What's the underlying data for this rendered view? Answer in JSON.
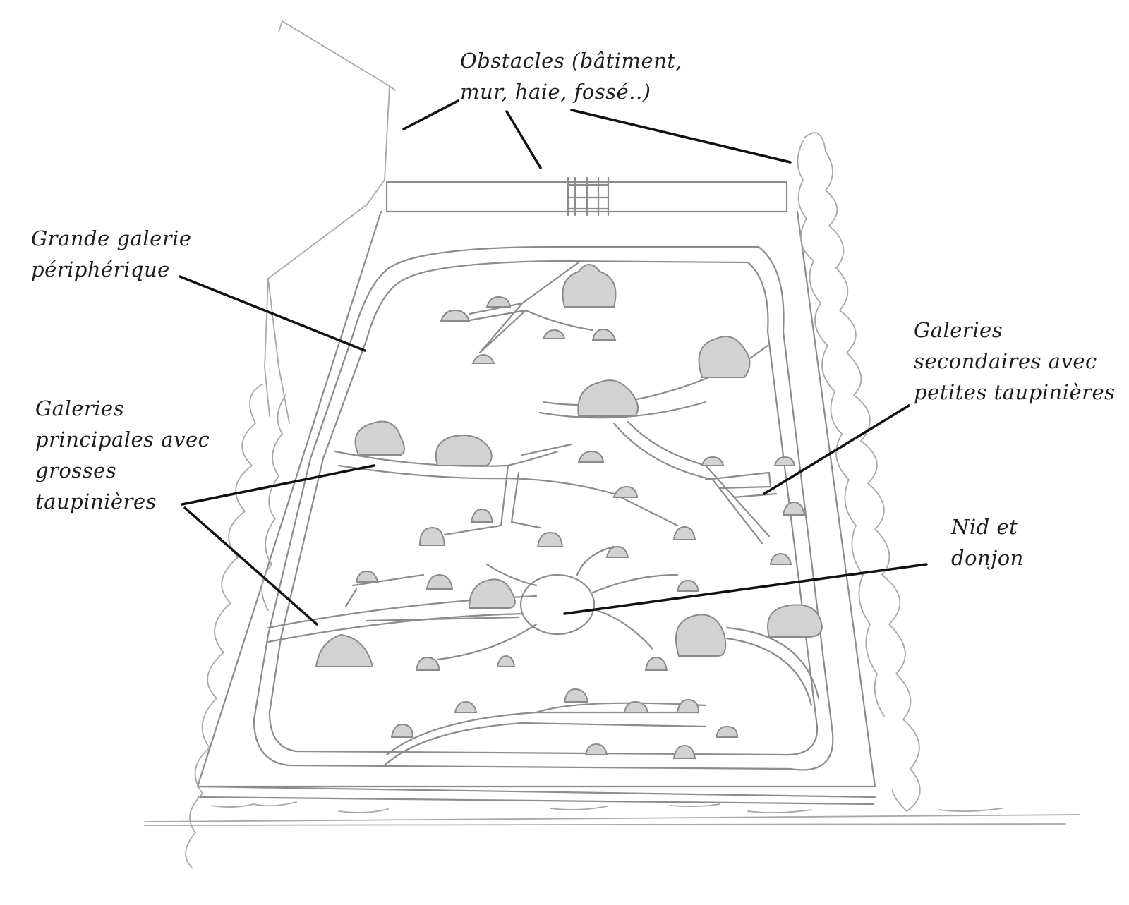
{
  "diagram": {
    "labels": {
      "obstacles": [
        "Obstacles (bâtiment,",
        "mur, haie, fossé..)"
      ],
      "grande_galerie": [
        "Grande galerie",
        "périphérique"
      ],
      "galeries_principales": [
        "Galeries",
        "principales avec",
        "grosses",
        "taupinières"
      ],
      "galeries_secondaires": [
        "Galeries",
        "secondaires avec",
        "petites taupinières"
      ],
      "nid": [
        "Nid et",
        "donjon"
      ]
    },
    "colors": {
      "pencil": "#8c8c8c",
      "ink": "#111111",
      "mound_fill": "#d2d2d2"
    }
  }
}
